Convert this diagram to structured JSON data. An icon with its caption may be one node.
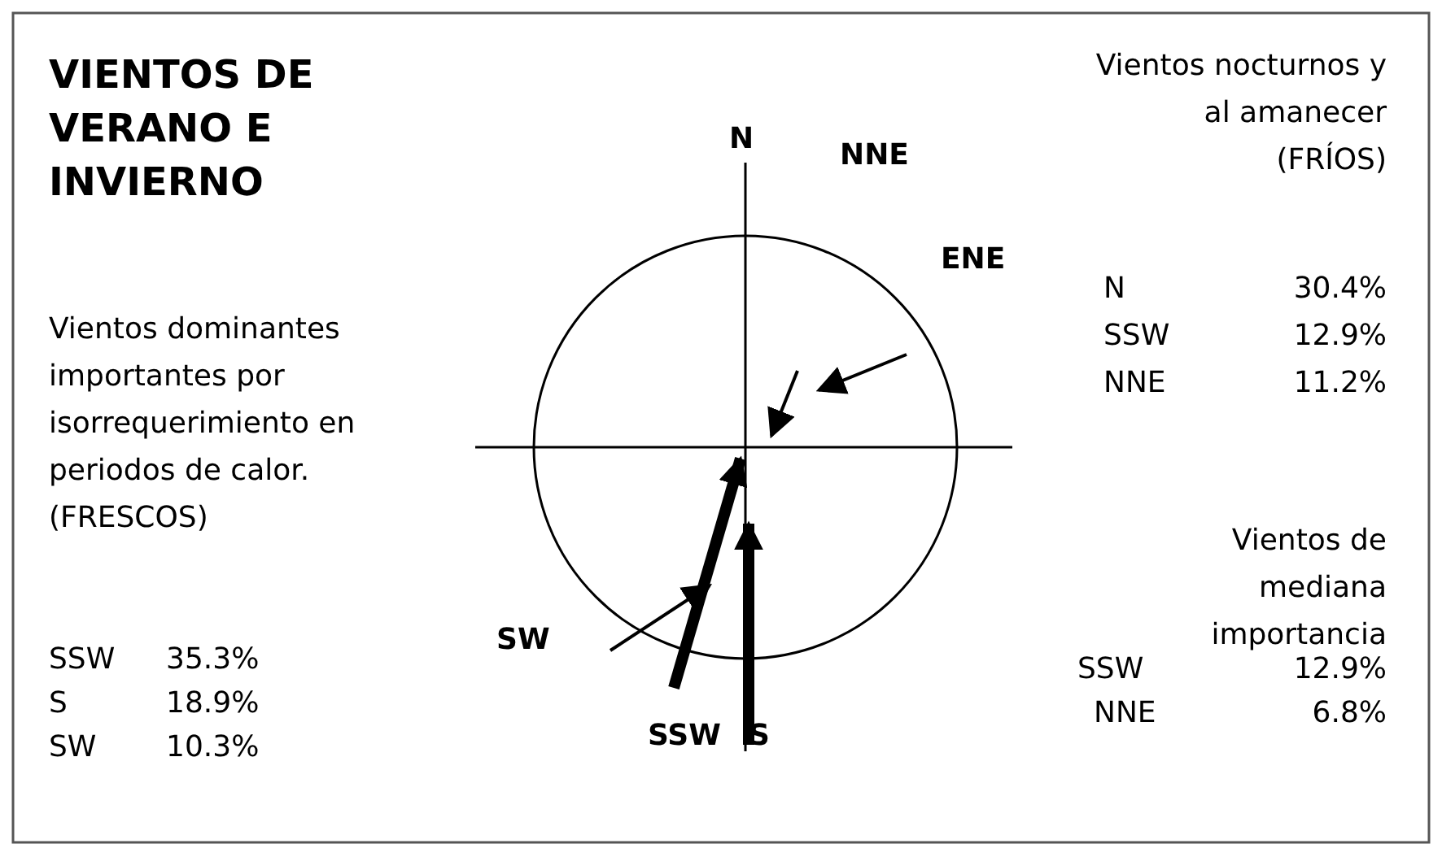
{
  "diagram": {
    "title": "VIENTOS DE VERANO E INVIERNO",
    "labels": [
      "Vientos dominantes importantes por isorrequerimiento en periodos de calor. (FRESCOS)",
      "SSW",
      "35.3%",
      "S",
      "18.9%",
      "SW",
      "10.3%",
      "N",
      "NNE",
      "ENE",
      "SW",
      "SSW",
      "S",
      "Vientos nocturnos y al amanecer (FRÍOS)",
      "N",
      "30.4%",
      "SSW",
      "12.9%",
      "NNE",
      "11.2%",
      "Vientos de mediana importancia",
      "SSW",
      "12.9%",
      "NNE",
      "6.8%"
    ]
  }
}
